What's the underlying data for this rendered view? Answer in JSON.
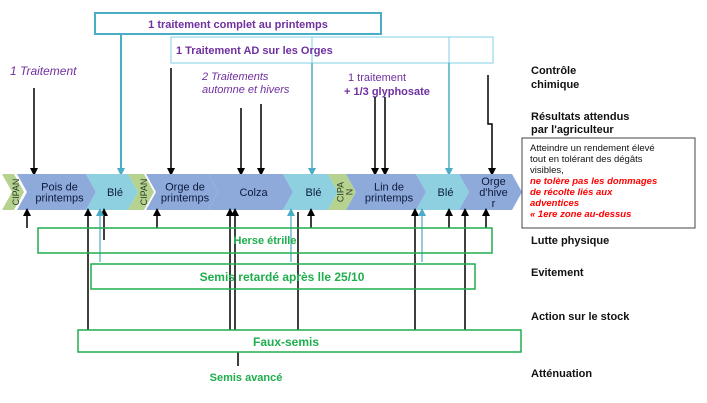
{
  "top_boxes": {
    "spring_treatment": "1 traitement complet au printemps",
    "barley_treatment": "1  Traitement AD   sur les Orges"
  },
  "annotations": {
    "one_treatment": "1 Traitement",
    "two_treatments_line1": "2 Traitements",
    "two_treatments_line2": "automne et hivers",
    "flax_treatment_line1": "1 traitement",
    "flax_treatment_line2": "+  1/3  glyphosate"
  },
  "rotation": [
    {
      "type": "cipan",
      "label": "CIPAN"
    },
    {
      "type": "crop",
      "label_lines": [
        "Pois de",
        "printemps"
      ]
    },
    {
      "type": "wheat",
      "label_lines": [
        "Blé"
      ]
    },
    {
      "type": "cipan",
      "label": "CIPAN"
    },
    {
      "type": "crop",
      "label_lines": [
        "Orge de",
        "printemps"
      ]
    },
    {
      "type": "crop",
      "label_lines": [
        "Colza"
      ]
    },
    {
      "type": "wheat",
      "label_lines": [
        "Blé"
      ]
    },
    {
      "type": "cipan",
      "label_lines": [
        "CIPA",
        "N"
      ]
    },
    {
      "type": "crop",
      "label_lines": [
        "Lin de",
        "printemps"
      ]
    },
    {
      "type": "wheat",
      "label_lines": [
        "Blé"
      ]
    },
    {
      "type": "crop",
      "label_lines": [
        "Orge",
        "d'hive",
        "r"
      ]
    }
  ],
  "categories": {
    "chemical_line1": "Contrôle",
    "chemical_line2": "chimique",
    "expected_line1": "Résultats attendus",
    "expected_line2": "par l'agriculteur",
    "physical": "Lutte physique",
    "avoidance": "Evitement",
    "stock": "Action sur le stock",
    "mitigation": "Atténuation"
  },
  "expected_results": {
    "black_lines": [
      "Atteindre un rendement élevé",
      "tout en tolérant des dégâts",
      "visibles,"
    ],
    "red_lines": [
      " ne tolère pas les dommages",
      "de récolte liés aux",
      "adventices",
      "« 1ere zone au-dessus"
    ]
  },
  "green_boxes": {
    "harrow": "Herse étrille",
    "late_sowing": "Semis retardé après lle 25/10",
    "false_seedbed": "Faux-semis"
  },
  "early_sowing": "Semis avancé",
  "colors": {
    "crop": "#8eaadb",
    "wheat": "#8ecfe0",
    "cipan": "#b5d38f",
    "green_box": "#1fae4d",
    "blue_line": "#4bacc6",
    "purple_text": "#7030a0",
    "red_text": "#ff0000"
  }
}
